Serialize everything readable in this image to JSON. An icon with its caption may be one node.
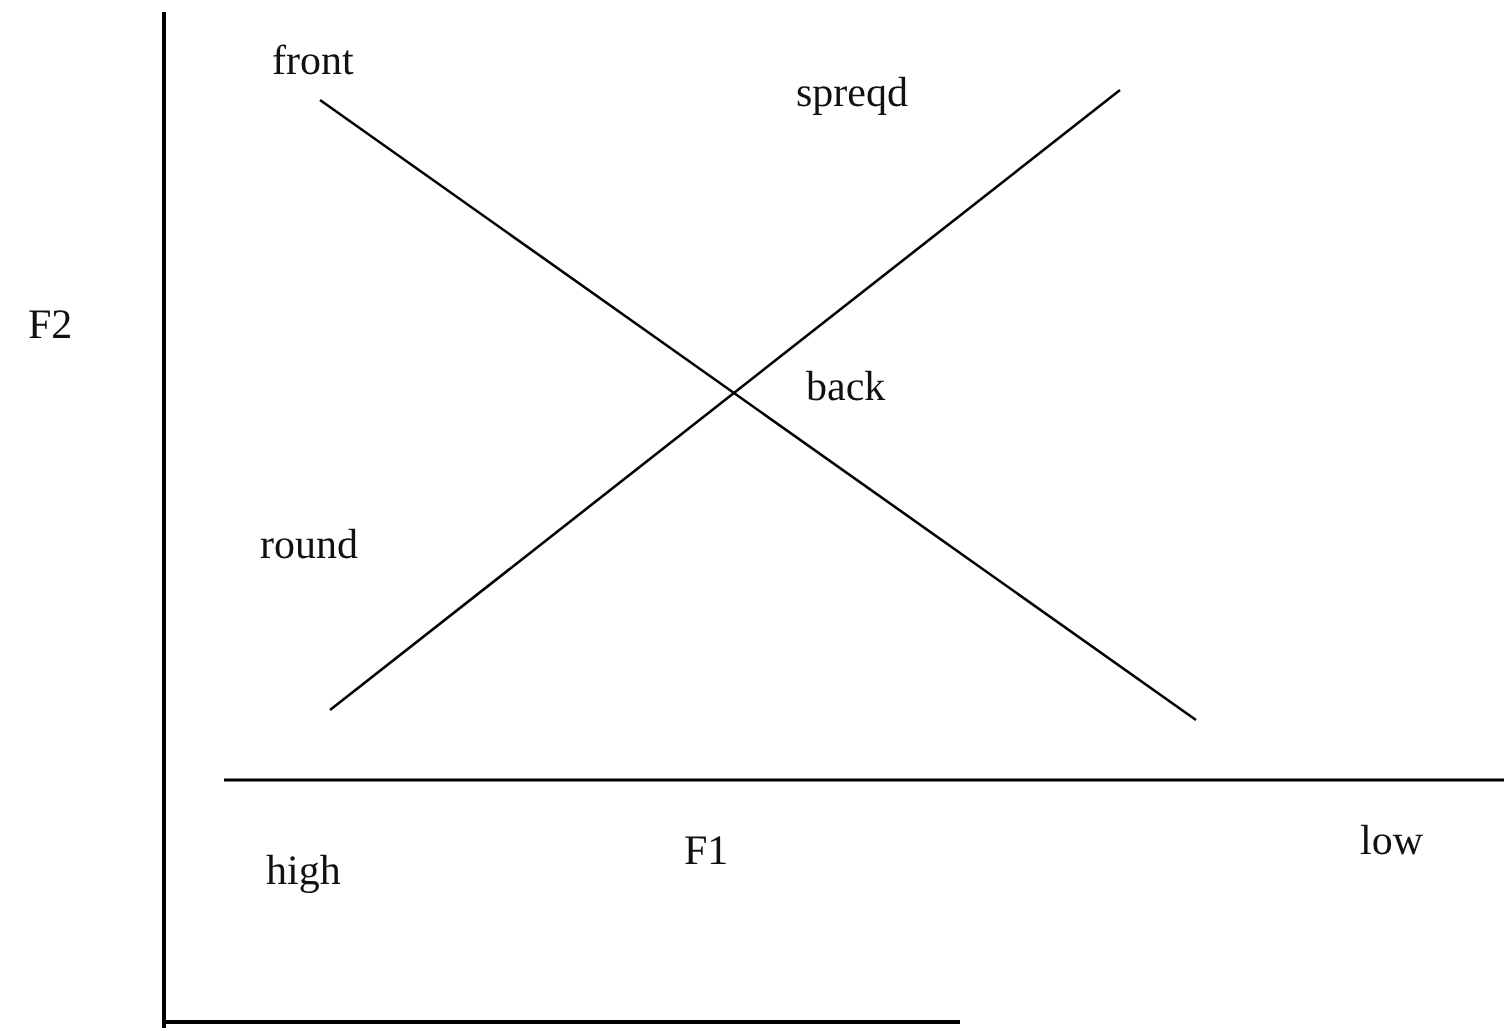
{
  "diagram": {
    "labels": [
      "front",
      "spreqd",
      "F2",
      "back",
      "round",
      "high",
      "F1",
      "low"
    ]
  }
}
